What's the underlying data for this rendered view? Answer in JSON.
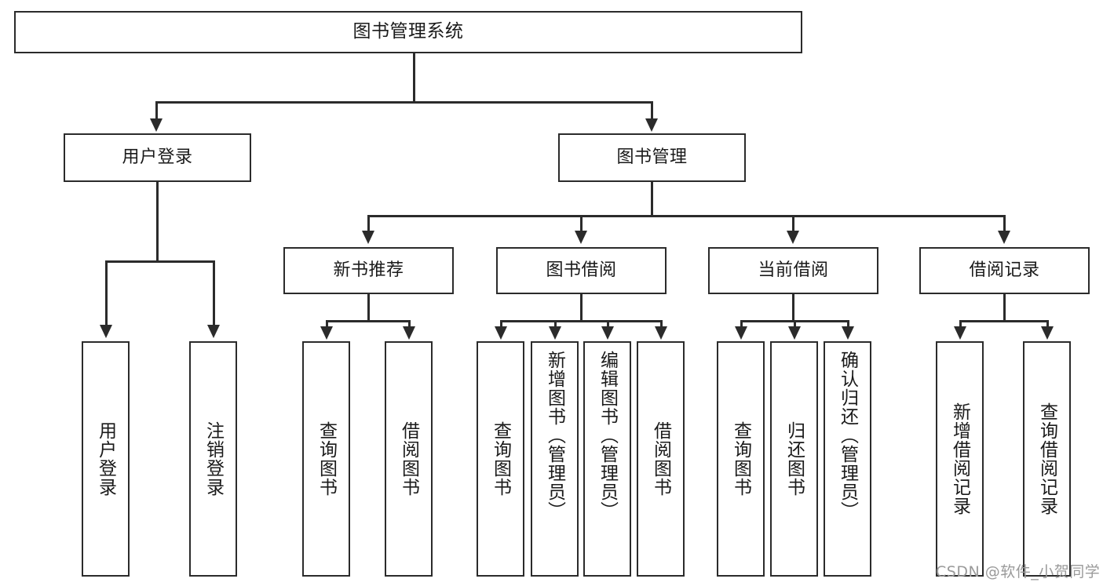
{
  "diagram": {
    "title": "图书管理系统",
    "type": "function-structure-tree",
    "root": {
      "id": "root",
      "label": "图书管理系统"
    },
    "level2": [
      {
        "id": "user-login",
        "label": "用户登录"
      },
      {
        "id": "book-manage",
        "label": "图书管理"
      }
    ],
    "level3": [
      {
        "id": "new-book-rec",
        "label": "新书推荐"
      },
      {
        "id": "book-borrow",
        "label": "图书借阅"
      },
      {
        "id": "current-borrow",
        "label": "当前借阅"
      },
      {
        "id": "borrow-record",
        "label": "借阅记录"
      }
    ],
    "leaves": {
      "user_login": [
        {
          "id": "leaf-user-login",
          "label": "用户登录"
        },
        {
          "id": "leaf-user-logout",
          "label": "注销登录"
        }
      ],
      "new_book_rec": [
        {
          "id": "leaf-query-book-1",
          "label": "查询图书"
        },
        {
          "id": "leaf-borrow-book-1",
          "label": "借阅图书"
        }
      ],
      "book_borrow": [
        {
          "id": "leaf-query-book-2",
          "label": "查询图书"
        },
        {
          "id": "leaf-add-book",
          "label": "新增图书（管理员）"
        },
        {
          "id": "leaf-edit-book",
          "label": "编辑图书（管理员）"
        },
        {
          "id": "leaf-borrow-book-2",
          "label": "借阅图书"
        }
      ],
      "current_borrow": [
        {
          "id": "leaf-query-book-3",
          "label": "查询图书"
        },
        {
          "id": "leaf-return-book",
          "label": "归还图书"
        },
        {
          "id": "leaf-confirm-return",
          "label": "确认归还（管理员）"
        }
      ],
      "borrow_record": [
        {
          "id": "leaf-add-record",
          "label": "新增借阅记录"
        },
        {
          "id": "leaf-query-record",
          "label": "查询借阅记录"
        }
      ]
    }
  },
  "watermark": {
    "text": "CSDN @软件_小贺同学"
  },
  "colors": {
    "stroke": "#2b2b2b",
    "text": "#1a1a1a",
    "background": "#ffffff",
    "watermark": "#9a9a9a"
  }
}
